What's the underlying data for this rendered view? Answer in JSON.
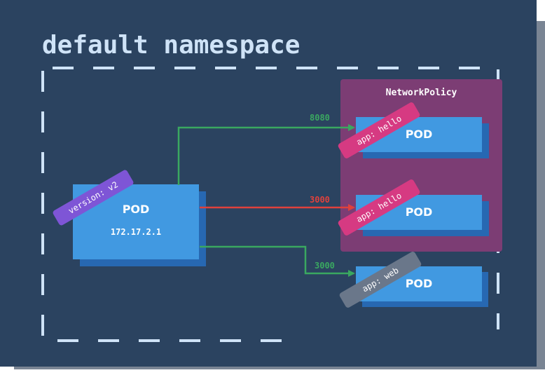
{
  "title": "default namespace",
  "network_policy": {
    "label": "NetworkPolicy"
  },
  "source_pod": {
    "label": "POD",
    "ip": "172.17.2.1",
    "tag": "version: v2"
  },
  "target_pods": [
    {
      "label": "POD",
      "tag": "app: hello",
      "port": "8080",
      "status": "allowed"
    },
    {
      "label": "POD",
      "tag": "app: hello",
      "port": "3000",
      "status": "denied"
    },
    {
      "label": "POD",
      "tag": "app: web",
      "port": "3000",
      "status": "allowed"
    }
  ],
  "colors": {
    "background": "#2b4360",
    "network_policy": "#7c3d74",
    "pod": "#4199e1",
    "allowed": "#3aa860",
    "denied": "#e0413c",
    "tag_version": "#7e55d6",
    "tag_hello": "#d63a82",
    "tag_web": "#6a778a"
  }
}
